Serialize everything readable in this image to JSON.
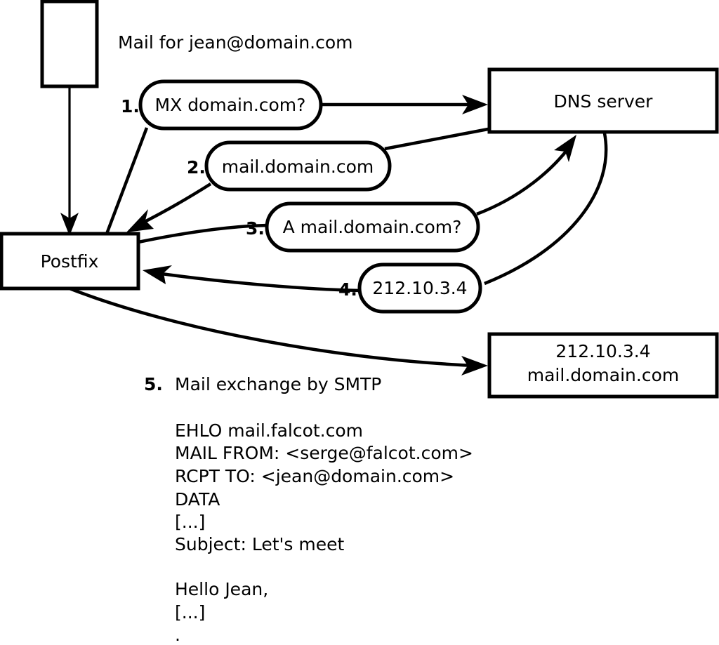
{
  "diagram": {
    "title_note": "Mail for jean@domain.com",
    "nodes": [
      {
        "id": "sender",
        "label": "",
        "kind": "box"
      },
      {
        "id": "postfix",
        "label": "Postfix",
        "kind": "box"
      },
      {
        "id": "dns",
        "label": "DNS server",
        "kind": "box"
      },
      {
        "id": "mailserver",
        "label_line1": "212.10.3.4",
        "label_line2": "mail.domain.com",
        "kind": "box"
      }
    ],
    "steps": [
      {
        "num": "1.",
        "message": "MX domain.com?"
      },
      {
        "num": "2.",
        "message": "mail.domain.com"
      },
      {
        "num": "3.",
        "message": "A mail.domain.com?"
      },
      {
        "num": "4.",
        "message": "212.10.3.4"
      },
      {
        "num": "5.",
        "message": "Mail exchange by SMTP"
      }
    ],
    "smtp_transcript": [
      "EHLO mail.falcot.com",
      "MAIL FROM: <serge@falcot.com>",
      "RCPT TO: <jean@domain.com>",
      "DATA",
      "[...]",
      "Subject: Let's meet",
      "",
      "Hello Jean,",
      "[...]",
      "."
    ],
    "colors": {
      "stroke": "#000000",
      "fill": "#ffffff",
      "background": "#ffffff"
    }
  }
}
